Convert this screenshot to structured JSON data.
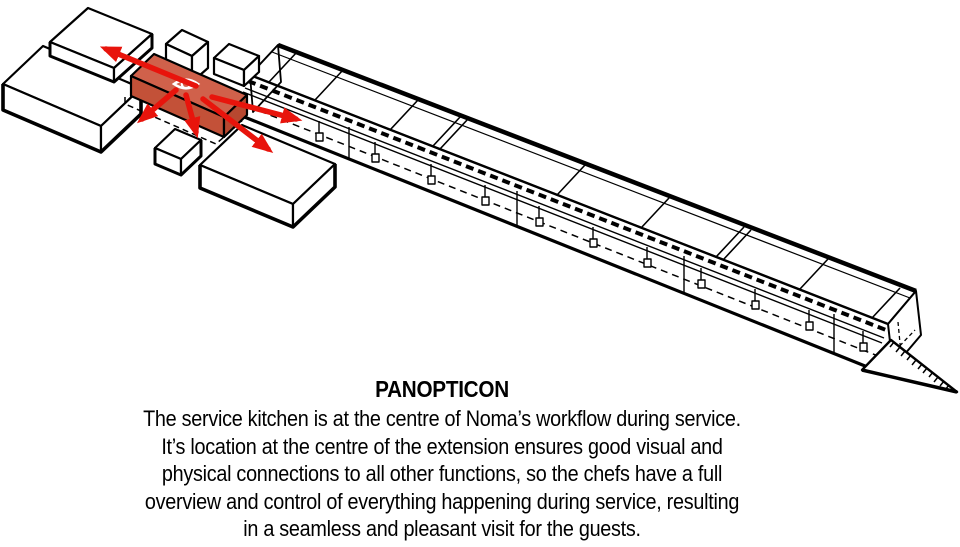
{
  "caption": {
    "title": "PANOPTICON",
    "lines": [
      "The service kitchen is at the centre of Noma’s workflow during service.",
      "It’s location at the centre of the extension ensures good visual and",
      "physical connections to all other functions, so the chefs have a full",
      "overview and control of everything happening during service, resulting",
      "in a seamless and pleasant visit for the guests."
    ]
  },
  "colors": {
    "background": "#ffffff",
    "line": "#000000",
    "arrow_red": "#e8140c",
    "kitchen_top": "#d0614b",
    "kitchen_front": "#c35138",
    "kitchen_side": "#b74830"
  },
  "icons": {
    "eye": "eye-icon"
  }
}
